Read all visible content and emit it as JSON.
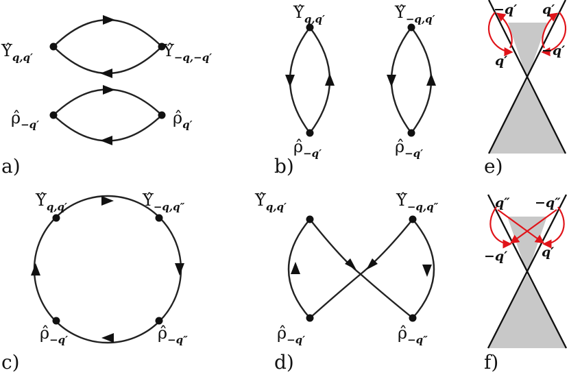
{
  "panels": {
    "a": {
      "label": "a)",
      "top_left": {
        "base": "Υ̂",
        "sub": "q,q′"
      },
      "top_right": {
        "base": "Υ̂",
        "sub": "−q,−q′"
      },
      "bottom_left": {
        "base": "ρ̂",
        "sub": "−q′"
      },
      "bottom_right": {
        "base": "ρ̂",
        "sub": "q′"
      }
    },
    "b": {
      "label": "b)",
      "left_top": {
        "base": "Υ̂",
        "sub": "q,q′"
      },
      "left_bottom": {
        "base": "ρ̂",
        "sub": "−q′"
      },
      "right_top": {
        "base": "Υ̂",
        "sub": "−q,q′"
      },
      "right_bottom": {
        "base": "ρ̂",
        "sub": "−q′"
      }
    },
    "c": {
      "label": "c)",
      "top_left": {
        "base": "Υ̂",
        "sub": "q,q′"
      },
      "top_right": {
        "base": "Υ̂",
        "sub": "−q,q″"
      },
      "bottom_left": {
        "base": "ρ̂",
        "sub": "−q′"
      },
      "bottom_right": {
        "base": "ρ̂",
        "sub": "−q″"
      }
    },
    "d": {
      "label": "d)",
      "top_left": {
        "base": "Υ̂",
        "sub": "q,q′"
      },
      "top_right": {
        "base": "Υ̂",
        "sub": "−q,q″"
      },
      "bottom_left": {
        "base": "ρ̂",
        "sub": "−q′"
      },
      "bottom_right": {
        "base": "ρ̂",
        "sub": "−q″"
      }
    },
    "e": {
      "label": "e)",
      "top_left": "−q′",
      "top_right": "q′",
      "mid_left": "q′",
      "mid_right": "−q′"
    },
    "f": {
      "label": "f)",
      "top_left": "q″",
      "top_right": "−q″",
      "mid_left": "−q′",
      "mid_right": "q′"
    }
  },
  "colors": {
    "line": "#222222",
    "arrow_red": "#e0141a",
    "cone_fill": "#c8c8c8"
  }
}
